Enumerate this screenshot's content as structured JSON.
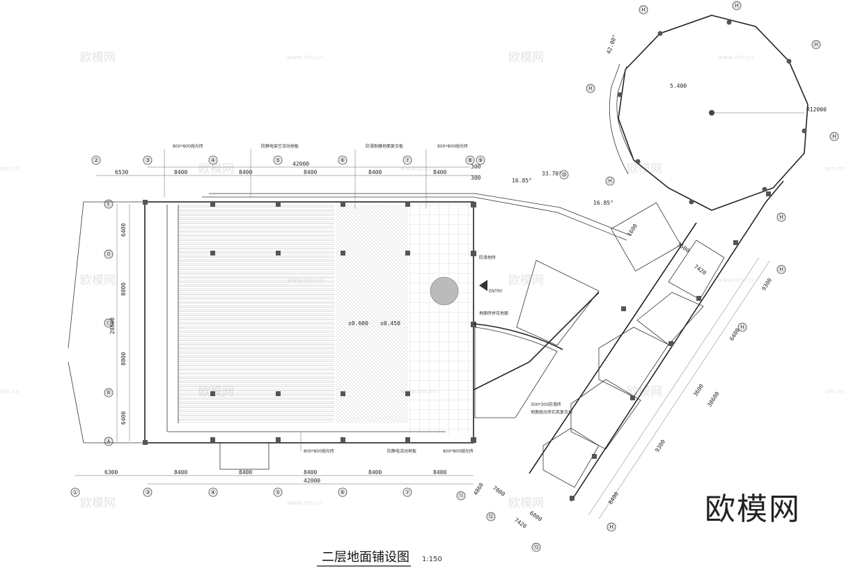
{
  "title": "二层地面铺设图",
  "scale": "1:150",
  "brand": "欧模网",
  "watermark": {
    "logo": "欧模网",
    "url": "www.om.cn",
    "url_short": "om.cn"
  },
  "top_axes": [
    "②",
    "③",
    "④",
    "⑤",
    "⑥",
    "⑦",
    "⑧",
    "⑨",
    "⑩"
  ],
  "bottom_axes": [
    "①",
    "③",
    "④",
    "⑤",
    "⑥",
    "⑦",
    "⑪",
    "⑫",
    "⑬"
  ],
  "left_axes": [
    "Ⓔ",
    "Ⓓ",
    "Ⓒ",
    "Ⓑ",
    "Ⓐ"
  ],
  "ring_axes": [
    "Ⓗ",
    "Ⓗ",
    "Ⓗ",
    "Ⓗ",
    "Ⓗ",
    "Ⓗ",
    "Ⓗ",
    "Ⓗ",
    "Ⓗ",
    "Ⓗ"
  ],
  "top_dims": [
    "6530",
    "8400",
    "8400",
    "8400",
    "8400",
    "8400",
    "300",
    "300"
  ],
  "top_total": "42000",
  "bottom_dims": [
    "6300",
    "8400",
    "8400",
    "8400",
    "8400",
    "8400"
  ],
  "bottom_total": "42000",
  "left_dims": [
    "6400",
    "8000",
    "8000",
    "6400"
  ],
  "left_total": "28800",
  "right_dims": [
    "9300",
    "6400",
    "3600",
    "9300",
    "8400"
  ],
  "right_total": "38600",
  "misc_dims": [
    "33.70°",
    "16.85°",
    "16.85°",
    "R12000",
    "42.00°",
    "5.400",
    "7420",
    "7000",
    "4860",
    "6000",
    "7420",
    "3500",
    "1600"
  ],
  "floor_labels": [
    "±0.600",
    "±0.450",
    "ENTRY"
  ],
  "notes": [
    "800*800抛光砖",
    "防静电架空活动地板",
    "防滑耐磨地面复合板",
    "800*800抛光砖",
    "防滑地砖",
    "300*300防滑砖",
    "地面抛光砖石英复合地",
    "800*800抛光砖",
    "防静电活动地板",
    "800*800抛光砖",
    "地面砖拼花地面"
  ]
}
